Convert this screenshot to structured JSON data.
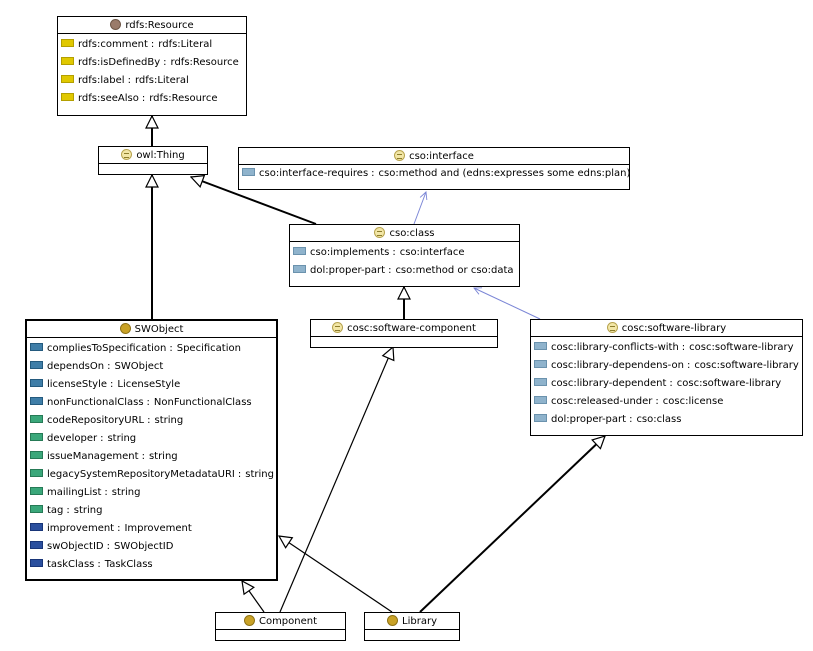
{
  "diagram": {
    "classes": {
      "rdfs_resource": {
        "name": "rdfs:Resource",
        "icon": "resource-class-icon",
        "props": [
          {
            "name": "rdfs:comment",
            "type": "rdfs:Literal",
            "kind": "yellow"
          },
          {
            "name": "rdfs:isDefinedBy",
            "type": "rdfs:Resource",
            "kind": "yellow"
          },
          {
            "name": "rdfs:label",
            "type": "rdfs:Literal",
            "kind": "yellow"
          },
          {
            "name": "rdfs:seeAlso",
            "type": "rdfs:Resource",
            "kind": "yellow"
          }
        ]
      },
      "owl_thing": {
        "name": "owl:Thing",
        "icon": "owl-class-icon",
        "props": []
      },
      "cso_interface": {
        "name": "cso:interface",
        "icon": "owl-class-icon",
        "props": [
          {
            "name": "cso:interface-requires",
            "type": "cso:method and (edns:expresses some edns:plan)",
            "kind": "lightblue"
          }
        ]
      },
      "cso_class": {
        "name": "cso:class",
        "icon": "owl-class-icon",
        "props": [
          {
            "name": "cso:implements",
            "type": "cso:interface",
            "kind": "lightblue"
          },
          {
            "name": "dol:proper-part",
            "type": "cso:method or cso:data",
            "kind": "lightblue"
          }
        ]
      },
      "swobject": {
        "name": "SWObject",
        "icon": "class-icon",
        "props": [
          {
            "name": "compliesToSpecification",
            "type": "Specification",
            "kind": "blue"
          },
          {
            "name": "dependsOn",
            "type": "SWObject",
            "kind": "blue"
          },
          {
            "name": "licenseStyle",
            "type": "LicenseStyle",
            "kind": "blue"
          },
          {
            "name": "nonFunctionalClass",
            "type": "NonFunctionalClass",
            "kind": "blue"
          },
          {
            "name": "codeRepositoryURL",
            "type": "string",
            "kind": "green"
          },
          {
            "name": "developer",
            "type": "string",
            "kind": "green"
          },
          {
            "name": "issueManagement",
            "type": "string",
            "kind": "green"
          },
          {
            "name": "legacySystemRepositoryMetadataURI",
            "type": "string",
            "kind": "green"
          },
          {
            "name": "mailingList",
            "type": "string",
            "kind": "green"
          },
          {
            "name": "tag",
            "type": "string",
            "kind": "green"
          },
          {
            "name": "improvement",
            "type": "Improvement",
            "kind": "navy"
          },
          {
            "name": "swObjectID",
            "type": "SWObjectID",
            "kind": "navy"
          },
          {
            "name": "taskClass",
            "type": "TaskClass",
            "kind": "navy"
          }
        ]
      },
      "cosc_software_component": {
        "name": "cosc:software-component",
        "icon": "owl-class-icon",
        "props": []
      },
      "cosc_software_library": {
        "name": "cosc:software-library",
        "icon": "owl-class-icon",
        "props": [
          {
            "name": "cosc:library-conflicts-with",
            "type": "cosc:software-library",
            "kind": "lightblue"
          },
          {
            "name": "cosc:library-dependens-on",
            "type": "cosc:software-library",
            "kind": "lightblue"
          },
          {
            "name": "cosc:library-dependent",
            "type": "cosc:software-library",
            "kind": "lightblue"
          },
          {
            "name": "cosc:released-under",
            "type": "cosc:license",
            "kind": "lightblue"
          },
          {
            "name": "dol:proper-part",
            "type": "cso:class",
            "kind": "lightblue"
          }
        ]
      },
      "component": {
        "name": "Component",
        "icon": "class-icon",
        "props": []
      },
      "library": {
        "name": "Library",
        "icon": "class-icon",
        "props": []
      }
    },
    "prop_separator": ":",
    "colors": {
      "yellow": "#e0c800",
      "lightblue": "#8fb3cc",
      "blue": "#3f7ea8",
      "green": "#3aa77a",
      "navy": "#2a4f9e",
      "association_line": "#7b86d6"
    }
  }
}
